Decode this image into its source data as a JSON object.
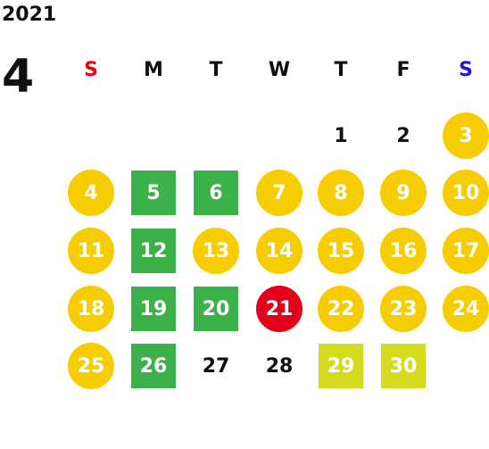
{
  "calendar": {
    "year": "2021",
    "month": "4",
    "weekdays": [
      {
        "label": "S",
        "color": "#e60012"
      },
      {
        "label": "M",
        "color": "#111111"
      },
      {
        "label": "T",
        "color": "#111111"
      },
      {
        "label": "W",
        "color": "#111111"
      },
      {
        "label": "T",
        "color": "#111111"
      },
      {
        "label": "F",
        "color": "#111111"
      },
      {
        "label": "S",
        "color": "#1a1ad6"
      }
    ],
    "legend_colors": {
      "holiday": "#f5cd00",
      "closed": "#3cb04a",
      "today": "#e3001b",
      "special": "#d5dc1f"
    },
    "days": [
      {
        "label": "1",
        "style": "plain"
      },
      {
        "label": "2",
        "style": "plain"
      },
      {
        "label": "3",
        "style": "holiday"
      },
      {
        "label": "4",
        "style": "holiday"
      },
      {
        "label": "5",
        "style": "closed"
      },
      {
        "label": "6",
        "style": "closed"
      },
      {
        "label": "7",
        "style": "holiday"
      },
      {
        "label": "8",
        "style": "holiday"
      },
      {
        "label": "9",
        "style": "holiday"
      },
      {
        "label": "10",
        "style": "holiday"
      },
      {
        "label": "11",
        "style": "holiday"
      },
      {
        "label": "12",
        "style": "closed"
      },
      {
        "label": "13",
        "style": "holiday"
      },
      {
        "label": "14",
        "style": "holiday"
      },
      {
        "label": "15",
        "style": "holiday"
      },
      {
        "label": "16",
        "style": "holiday"
      },
      {
        "label": "17",
        "style": "holiday"
      },
      {
        "label": "18",
        "style": "holiday"
      },
      {
        "label": "19",
        "style": "closed"
      },
      {
        "label": "20",
        "style": "closed"
      },
      {
        "label": "21",
        "style": "today"
      },
      {
        "label": "22",
        "style": "holiday"
      },
      {
        "label": "23",
        "style": "holiday"
      },
      {
        "label": "24",
        "style": "holiday"
      },
      {
        "label": "25",
        "style": "holiday"
      },
      {
        "label": "26",
        "style": "closed"
      },
      {
        "label": "27",
        "style": "plain"
      },
      {
        "label": "28",
        "style": "plain"
      },
      {
        "label": "29",
        "style": "special"
      },
      {
        "label": "30",
        "style": "special"
      }
    ]
  }
}
